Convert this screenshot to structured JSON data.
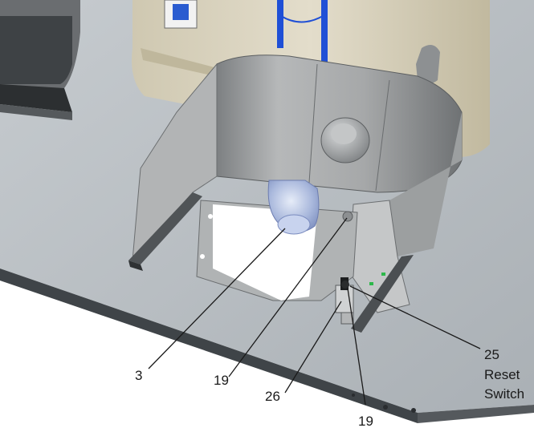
{
  "diagram": {
    "callouts": {
      "c3": "3",
      "c19a": "19",
      "c26": "26",
      "c19b": "19",
      "c25_num": "25",
      "c25_line1": "Reset",
      "c25_line2": "Switch"
    }
  },
  "colors": {
    "base_plate": "#b9bfc4",
    "plate_edge": "#3f4448",
    "shroud": "#a8aaab",
    "tank": "#d8d3c2",
    "blue_stripe": "#1f4fd6",
    "elbow": "#b9c6e3"
  }
}
